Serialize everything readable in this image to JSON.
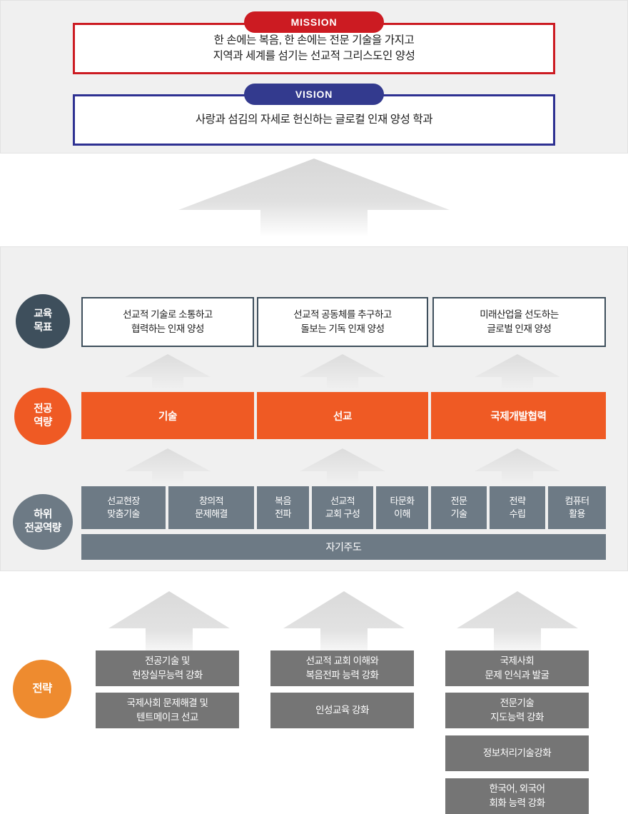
{
  "top_panel": {
    "mission": {
      "badge": "MISSION",
      "text": "한 손에는 복음, 한 손에는 전문 기술을 가지고\n지역과 세계를 섬기는 선교적 그리스도인 양성",
      "border_color": "#cc1b22",
      "badge_color": "#cc1b22"
    },
    "vision": {
      "badge": "VISION",
      "text": "사랑과 섬김의 자세로 헌신하는 글로컬 인재 양성 학과",
      "border_color": "#2e3192",
      "badge_color": "#333a8e"
    }
  },
  "middle_panel": {
    "goal": {
      "label": "교육\n목표",
      "oval_color": "#3e4f5c",
      "items": [
        {
          "text": "선교적 기술로 소통하고\n협력하는 인재 양성"
        },
        {
          "text": "선교적 공동체를 추구하고\n돌보는 기독 인재 양성"
        },
        {
          "text": "미래산업을 선도하는\n글로벌 인재 양성"
        }
      ]
    },
    "major_competency": {
      "label": "전공\n역량",
      "oval_color": "#ef5a24",
      "box_color": "#ef5a24",
      "items": [
        {
          "text": "기술"
        },
        {
          "text": "선교"
        },
        {
          "text": "국제개발협력"
        }
      ]
    },
    "sub_competency": {
      "label": "하위\n전공역량",
      "oval_color": "#6d7a85",
      "box_color": "#6d7a85",
      "items": [
        {
          "text": "선교현장\n맞춤기술"
        },
        {
          "text": "창의적\n문제해결"
        },
        {
          "text": "복음\n전파"
        },
        {
          "text": "선교적\n교회 구성"
        },
        {
          "text": "타문화\n이해"
        },
        {
          "text": "전문\n기술"
        },
        {
          "text": "전략\n수립"
        },
        {
          "text": "컴퓨터\n활용"
        }
      ],
      "full_width_item": {
        "text": "자기주도"
      }
    }
  },
  "bottom_panel": {
    "strategy": {
      "label": "전략",
      "oval_color": "#ee8b2f",
      "box_color": "#757575",
      "columns": [
        {
          "items": [
            {
              "text": "전공기술 및\n현장실무능력 강화"
            },
            {
              "text": "국제사회 문제해결 및\n텐트메이크 선교"
            }
          ]
        },
        {
          "items": [
            {
              "text": "선교적 교회 이해와\n복음전파 능력 강화"
            },
            {
              "text": "인성교육 강화"
            }
          ]
        },
        {
          "items": [
            {
              "text": "국제사회\n문제 인식과 발굴"
            },
            {
              "text": "전문기술\n지도능력 강화"
            },
            {
              "text": "정보처리기술강화"
            },
            {
              "text": "한국어, 외국어\n회화 능력 강화"
            }
          ]
        }
      ]
    }
  },
  "icons": {
    "big_arrow": "arrow-up-icon",
    "goal_arrow": "arrow-up-icon",
    "major_arrow": "arrow-up-icon",
    "strategy_arrow": "arrow-up-icon"
  },
  "palette": {
    "panel_background": "#f0f0f0",
    "page_background": "#ffffff",
    "arrow_gray": "#dcdcdc",
    "dark_slate": "#3e4f5c",
    "orange": "#ef5a24",
    "light_orange": "#ee8b2f",
    "blue_gray": "#6d7a85",
    "strategy_gray": "#757575",
    "red": "#cc1b22",
    "navy": "#2e3192"
  }
}
